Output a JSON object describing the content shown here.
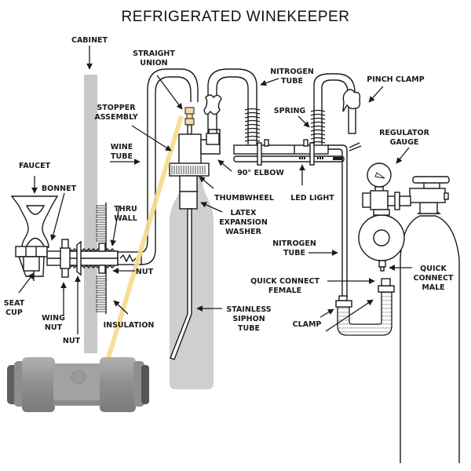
{
  "title": "REFRIGERATED WINEKEEPER",
  "colors": {
    "highlight": "#f5dc8c",
    "cabinet": "#c8c8c8",
    "bottle": "#cfcfcf",
    "line": "#1a1a1a",
    "union_fill": "#f3dca0",
    "photo_gray": "#9a9a9a"
  },
  "labels": {
    "cabinet": [
      "CABINET"
    ],
    "straight_union": [
      "STRAIGHT",
      "UNION"
    ],
    "stopper_assembly": [
      "STOPPER",
      "ASSEMBLY"
    ],
    "wine_tube": [
      "WINE",
      "TUBE"
    ],
    "faucet": [
      "FAUCET"
    ],
    "bonnet": [
      "BONNET"
    ],
    "thru_wall": [
      "THRU",
      "WALL"
    ],
    "nut_right": [
      "NUT"
    ],
    "seat_cup": [
      "SEAT",
      "CUP"
    ],
    "wing_nut": [
      "WING",
      "NUT"
    ],
    "nut_bottom": [
      "NUT"
    ],
    "insulation": [
      "INSULATION"
    ],
    "nitrogen_tube_top": [
      "NITROGEN",
      "TUBE"
    ],
    "pinch_clamp": [
      "PINCH CLAMP"
    ],
    "spring": [
      "SPRING"
    ],
    "regulator_gauge": [
      "REGULATOR",
      "GAUGE"
    ],
    "elbow": [
      "90° ELBOW"
    ],
    "thumbwheel": [
      "THUMBWHEEL"
    ],
    "led_light": [
      "LED LIGHT"
    ],
    "latex_washer": [
      "LATEX",
      "EXPANSION",
      "WASHER"
    ],
    "nitrogen_tube_mid": [
      "NITROGEN",
      "TUBE"
    ],
    "quick_connect_female": [
      "QUICK CONNECT",
      "FEMALE"
    ],
    "quick_connect_male": [
      "QUICK",
      "CONNECT",
      "MALE"
    ],
    "stainless_siphon": [
      "STAINLESS",
      "SIPHON",
      "TUBE"
    ],
    "clamp": [
      "CLAMP"
    ]
  },
  "photo": {
    "subject": "straight-union-fitting-photo"
  }
}
